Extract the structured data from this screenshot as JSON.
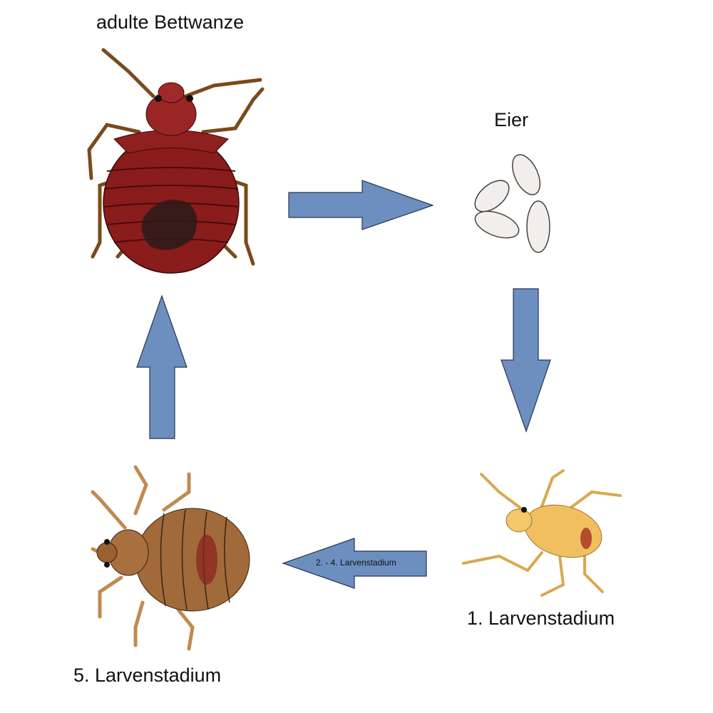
{
  "labels": {
    "adult": "adulte Bettwanze",
    "eggs": "Eier",
    "stage1": "1. Larvenstadium",
    "stage2_4": "2. - 4. Larvenstadium",
    "stage5": "5. Larvenstadium"
  },
  "colors": {
    "arrow": "#6c8fbf",
    "adult_body": "#8a1c1c",
    "nymph1": "#f0c060",
    "nymph5": "#a06a3a",
    "egg": "#f2eeec"
  }
}
